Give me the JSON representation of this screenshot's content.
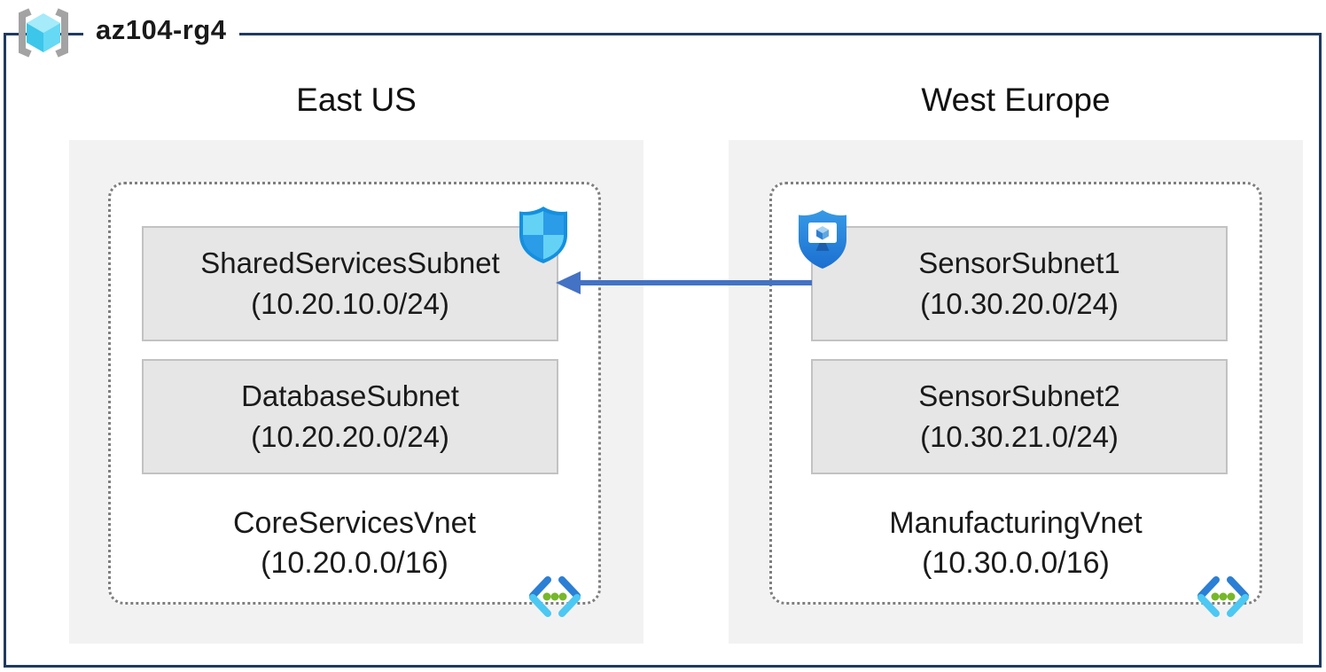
{
  "resource_group": {
    "name": "az104-rg4"
  },
  "regions": [
    {
      "name": "East US",
      "vnet": {
        "name": "CoreServicesVnet",
        "cidr": "(10.20.0.0/16)"
      },
      "subnets": [
        {
          "name": "SharedServicesSubnet",
          "cidr": "(10.20.10.0/24)",
          "badge": "network-security-group-shield"
        },
        {
          "name": "DatabaseSubnet",
          "cidr": "(10.20.20.0/24)",
          "badge": null
        }
      ]
    },
    {
      "name": "West Europe",
      "vnet": {
        "name": "ManufacturingVnet",
        "cidr": "(10.30.0.0/16)"
      },
      "subnets": [
        {
          "name": "SensorSubnet1",
          "cidr": "(10.30.20.0/24)",
          "badge": "application-security-group-shield"
        },
        {
          "name": "SensorSubnet2",
          "cidr": "(10.30.21.0/24)",
          "badge": null
        }
      ]
    }
  ],
  "connection": {
    "from": "SensorSubnet1",
    "to": "SharedServicesSubnet",
    "direction": "right-to-left",
    "color": "#4472c4"
  },
  "icons": {
    "resource-group": "cube-in-brackets",
    "nsg-shield": "blue-checkered-shield",
    "asg-shield": "blue-shield-with-monitor-cube",
    "vnet": "chevrons-with-three-green-dots"
  },
  "colors": {
    "frame": "#1f3a5f",
    "region_bg": "#f2f2f2",
    "subnet_bg": "#e6e6e6",
    "subnet_border": "#c2c2c2",
    "dotted_border": "#7f7f7f",
    "arrow": "#4472c4",
    "cyan_light": "#5ecdf5",
    "blue_mid": "#2196e3",
    "green_dot": "#76b82a"
  }
}
